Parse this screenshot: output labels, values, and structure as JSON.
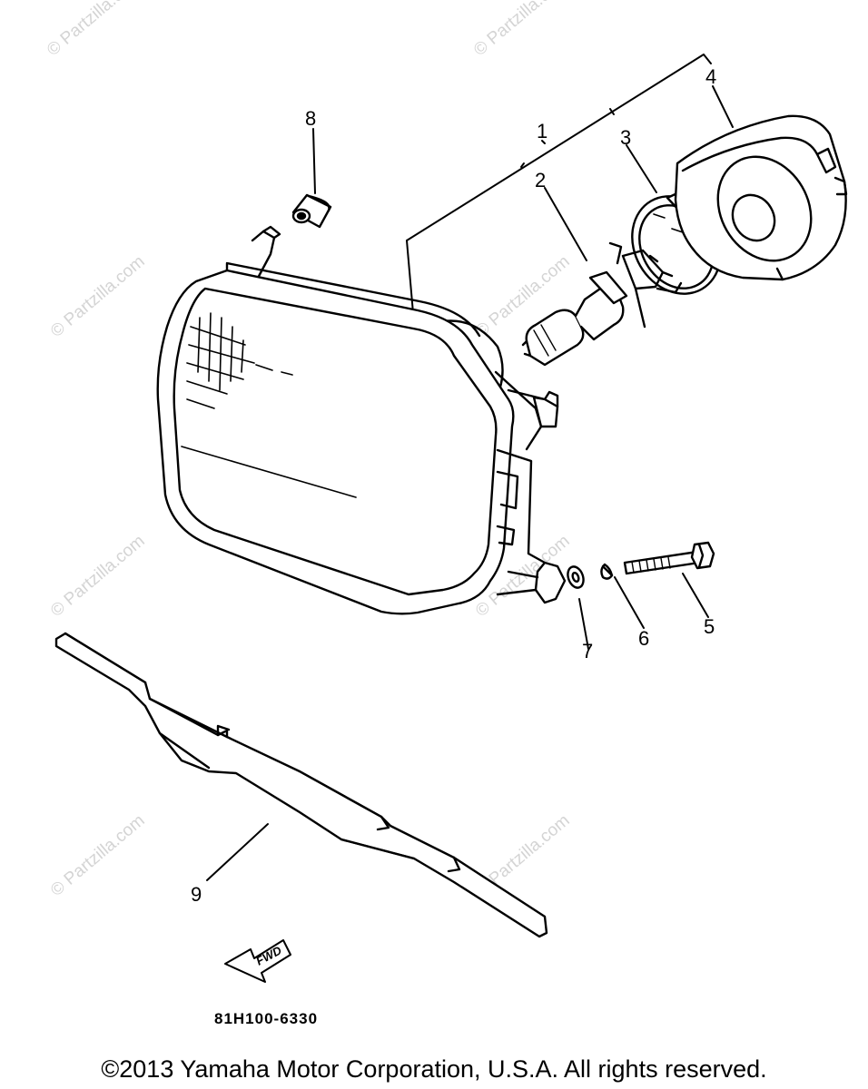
{
  "watermark": "© Partzilla.com",
  "parts": [
    {
      "id": "part-1",
      "label": "1"
    },
    {
      "id": "part-2",
      "label": "2"
    },
    {
      "id": "part-3",
      "label": "3"
    },
    {
      "id": "part-4",
      "label": "4"
    },
    {
      "id": "part-5",
      "label": "5"
    },
    {
      "id": "part-6",
      "label": "6"
    },
    {
      "id": "part-7",
      "label": "7"
    },
    {
      "id": "part-8",
      "label": "8"
    },
    {
      "id": "part-9",
      "label": "9"
    }
  ],
  "fwd_label": "FWD",
  "drawing_code": "81H100-6330",
  "copyright": "©2013  Yamaha Motor Corporation, U.S.A. All rights reserved."
}
